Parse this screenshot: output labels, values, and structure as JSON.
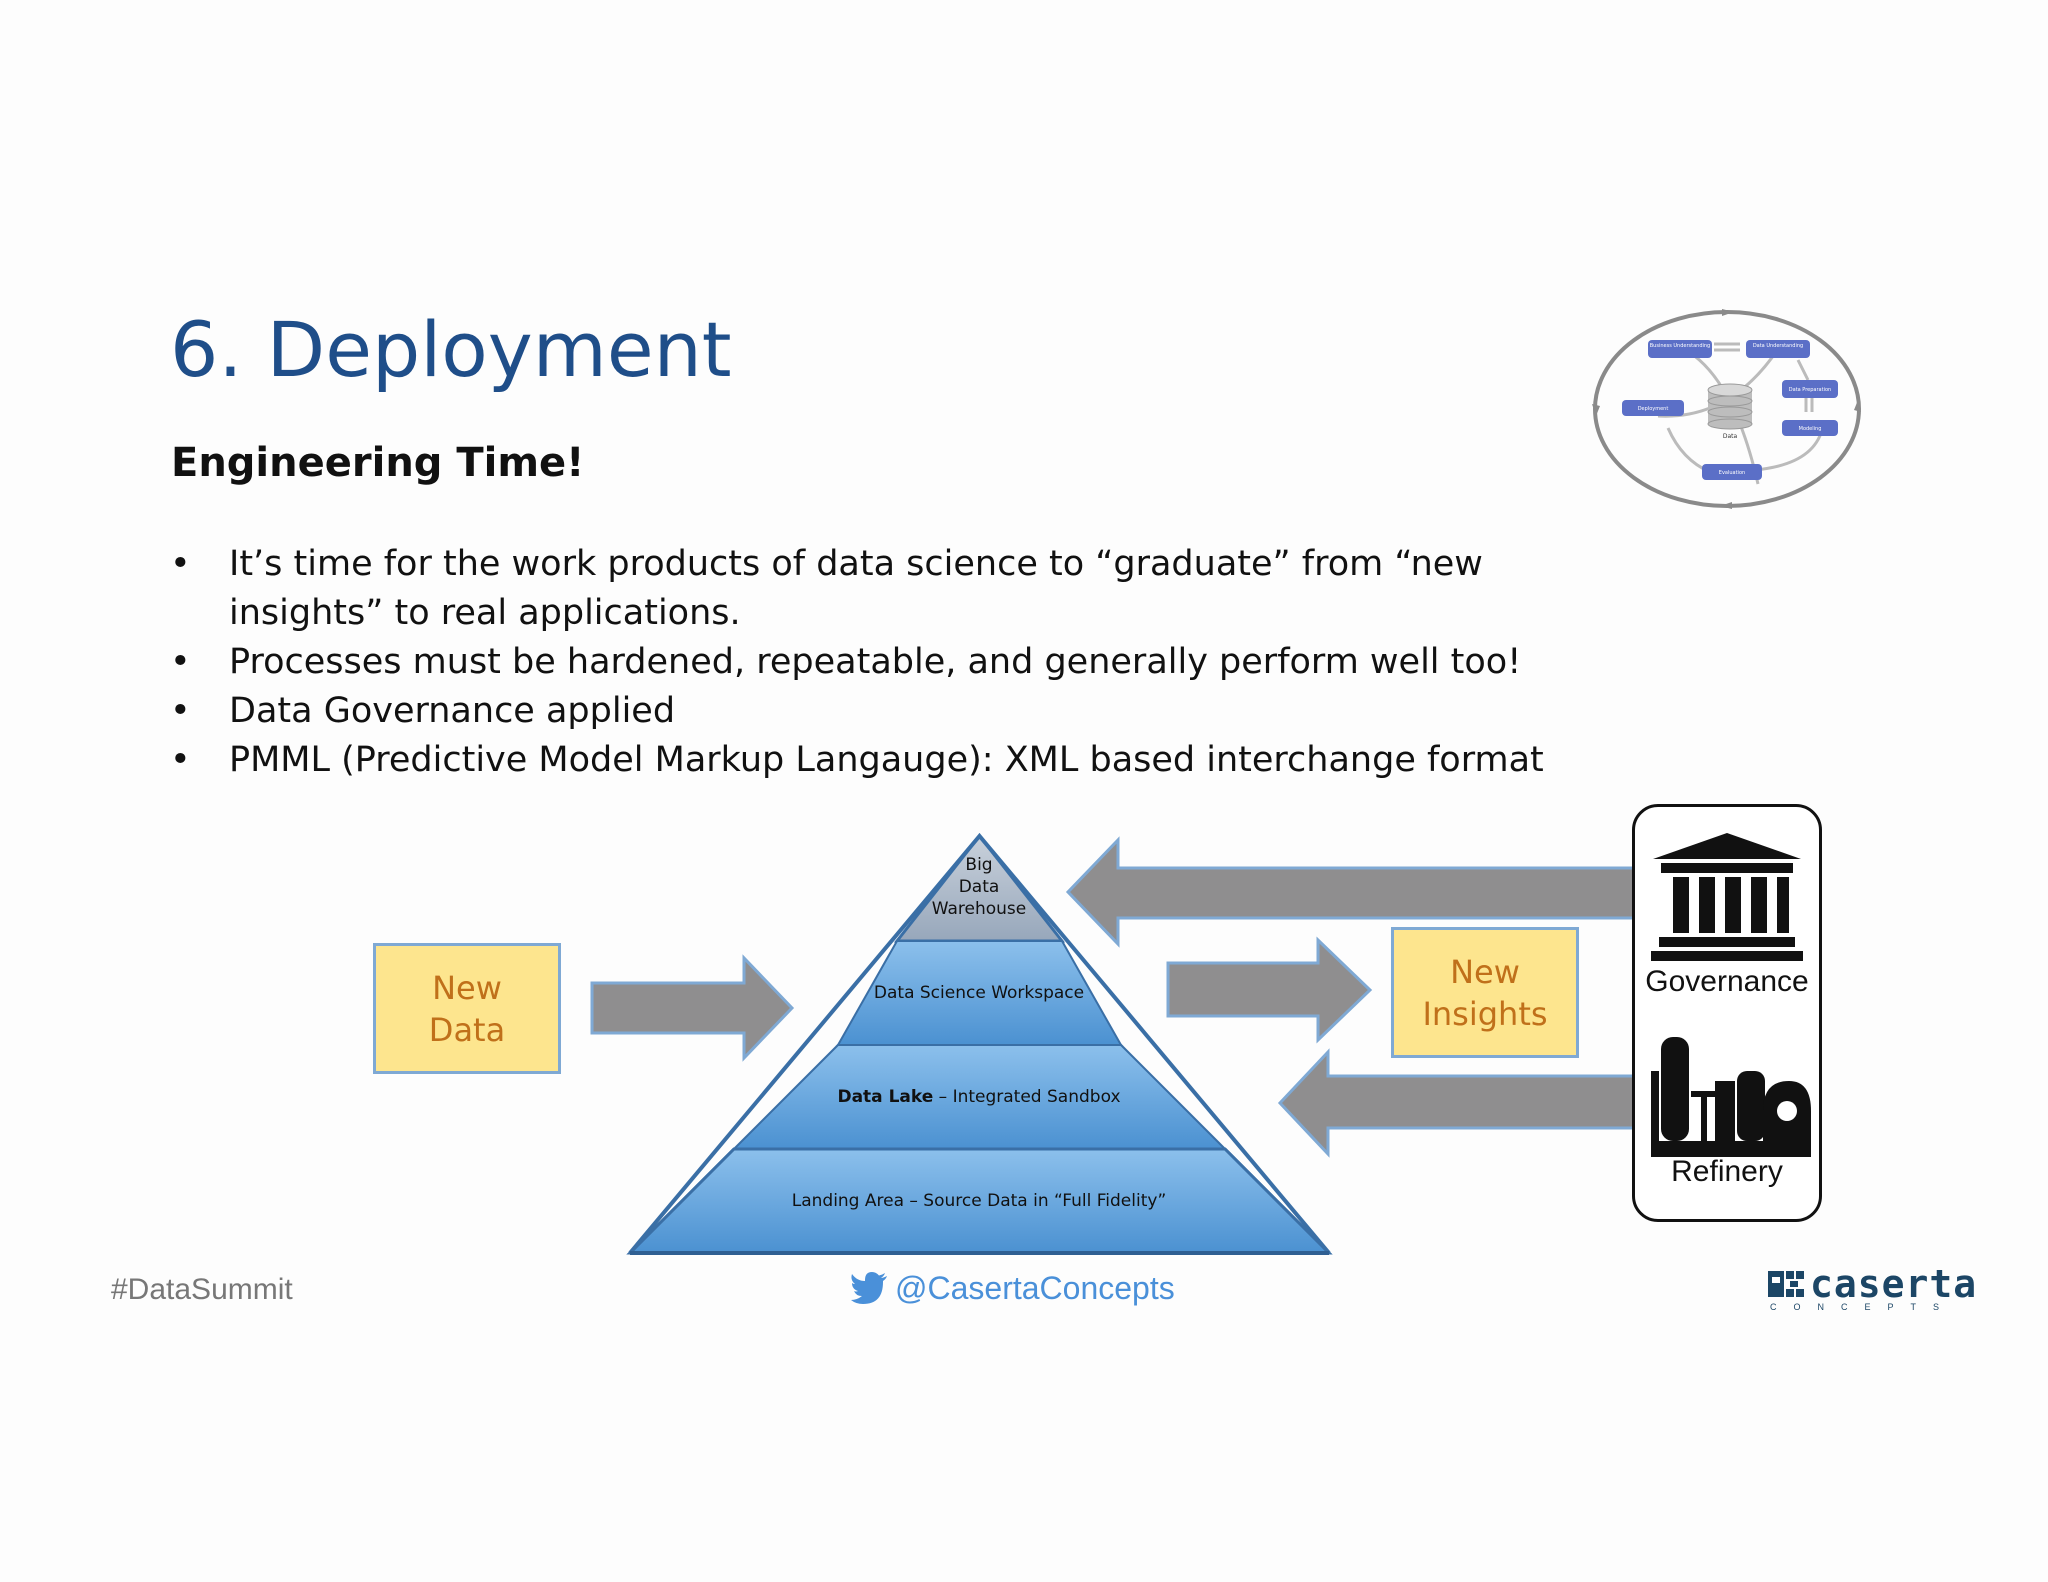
{
  "slide": {
    "title": "6. Deployment",
    "subtitle": "Engineering Time!",
    "bullets": [
      "It’s time for the work products of data science to “graduate” from “new insights” to real applications.",
      "Processes must be hardened, repeatable, and generally perform well too!",
      "Data Governance applied",
      "PMML (Predictive Model Markup Langauge): XML based interchange format"
    ]
  },
  "cycle": {
    "nodes": [
      "Business Understanding",
      "Data Understanding",
      "Data Preparation",
      "Modeling",
      "Evaluation",
      "Deployment"
    ],
    "center": "Data"
  },
  "pyramid": {
    "top": [
      "Big",
      "Data",
      "Warehouse"
    ],
    "layer2": "Data Science Workspace",
    "layer3_bold": "Data Lake",
    "layer3_rest": " – Integrated Sandbox",
    "layer4": "Landing Area – Source Data in “Full Fidelity”"
  },
  "boxes": {
    "new_data": [
      "New",
      "Data"
    ],
    "new_insights": [
      "New",
      "Insights"
    ]
  },
  "panel": {
    "governance": "Governance",
    "refinery": "Refinery"
  },
  "footer": {
    "hashtag": "#DataSummit",
    "twitter": "@CasertaConcepts",
    "logo_word": "caserta",
    "logo_sub": "CONCEPTS"
  },
  "colors": {
    "title": "#1f4e89",
    "box_fill": "#fde58e",
    "box_text": "#c0701a",
    "arrow": "#8f8e8f",
    "pyramid": "#5fa3dc",
    "pyramid_top": "#a9b6c7"
  }
}
